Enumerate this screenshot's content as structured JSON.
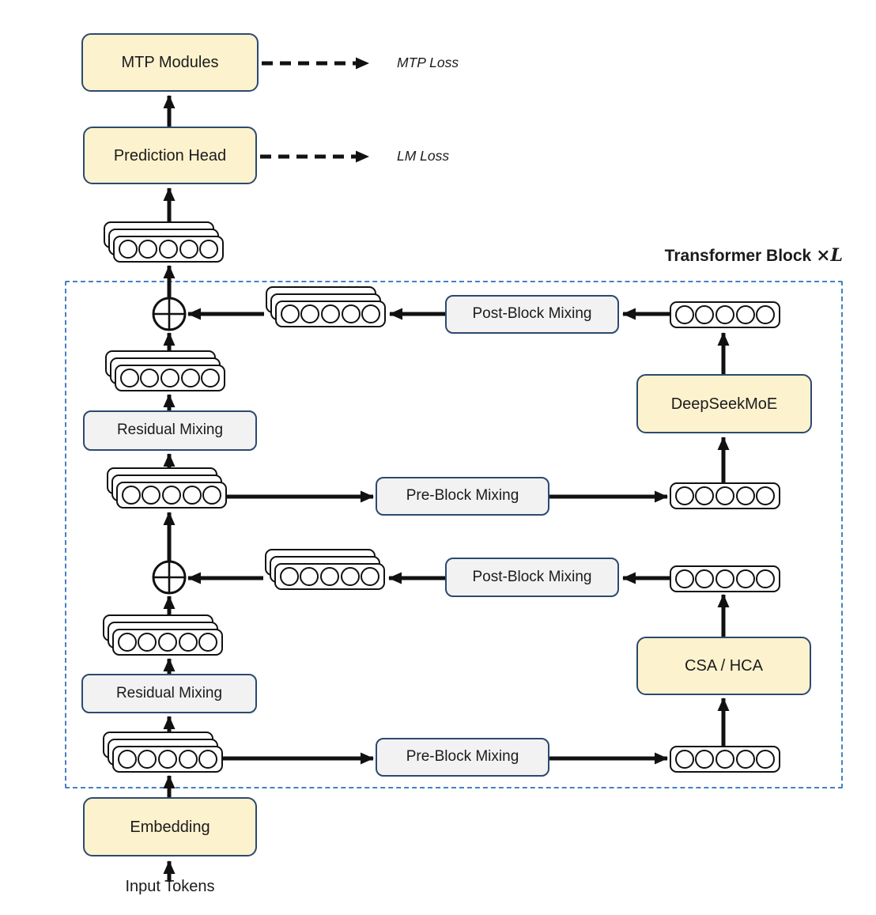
{
  "diagram": {
    "transformer_block": {
      "label": "Transformer Block",
      "repeat": "×L"
    },
    "nodes": {
      "mtp_modules": {
        "label": "MTP Modules"
      },
      "prediction_head": {
        "label": "Prediction Head"
      },
      "embedding": {
        "label": "Embedding"
      },
      "deepseekmoe": {
        "label": "DeepSeekMoE"
      },
      "csa_hca": {
        "label": "CSA / HCA"
      },
      "residual_mixing_upper": {
        "label": "Residual Mixing"
      },
      "residual_mixing_lower": {
        "label": "Residual Mixing"
      },
      "pre_block_mixing_upper": {
        "label": "Pre-Block Mixing"
      },
      "pre_block_mixing_lower": {
        "label": "Pre-Block Mixing"
      },
      "post_block_mixing_upper": {
        "label": "Post-Block Mixing"
      },
      "post_block_mixing_lower": {
        "label": "Post-Block Mixing"
      }
    },
    "annotations": {
      "mtp_loss": "MTP Loss",
      "lm_loss": "LM Loss",
      "input_tokens": "Input Tokens"
    },
    "token_vector": {
      "cells_per_row": 5,
      "stack_depth": 3
    },
    "colors": {
      "module_fill": "#fdf2ce",
      "module_border": "#2b4a70",
      "mixing_fill": "#f2f2f2",
      "mixing_border": "#2b4a70",
      "block_outline": "#4580c4",
      "arrow": "#111111",
      "text": "#1b1b1b"
    }
  }
}
